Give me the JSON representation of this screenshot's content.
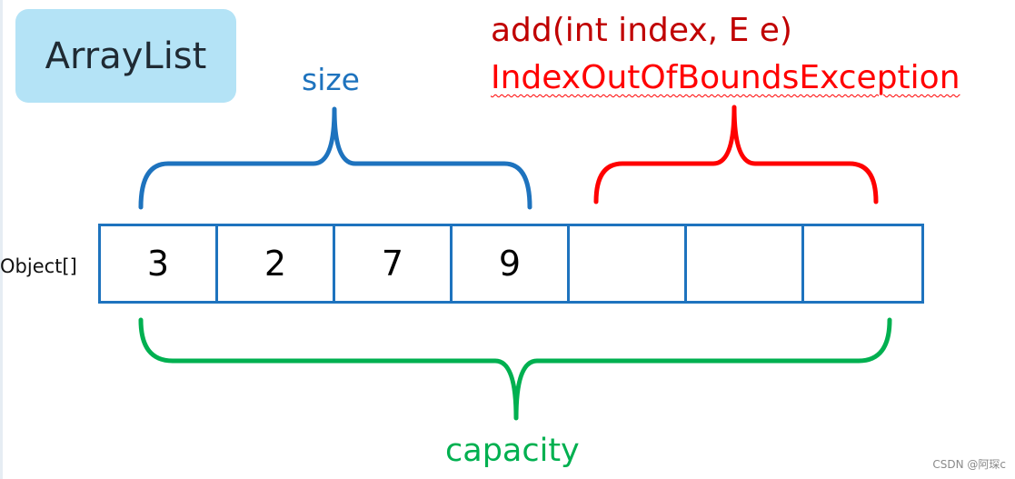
{
  "title": "ArrayList",
  "array_type": "Object[]",
  "cells": [
    "3",
    "2",
    "7",
    "9",
    "",
    "",
    ""
  ],
  "size_label": "size",
  "method_label": "add(int index, E e)",
  "exception_label": "IndexOutOfBoundsException",
  "capacity_label": "capacity",
  "watermark": "CSDN @阿琛c",
  "colors": {
    "size": "#1e73be",
    "method": "#c00000",
    "exception": "#ff0000",
    "capacity": "#00b050",
    "title_bg": "#b4e3f6"
  }
}
